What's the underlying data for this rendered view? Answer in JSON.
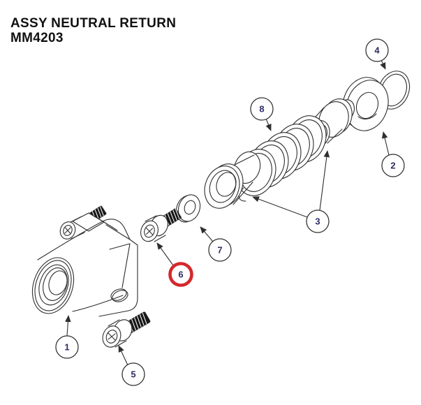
{
  "title": {
    "line1": "ASSY NEUTRAL RETURN",
    "line2": "MM4203"
  },
  "callouts": [
    {
      "num": "1",
      "highlighted": false
    },
    {
      "num": "2",
      "highlighted": false
    },
    {
      "num": "3",
      "highlighted": false
    },
    {
      "num": "4",
      "highlighted": false
    },
    {
      "num": "5",
      "highlighted": false
    },
    {
      "num": "6",
      "highlighted": true
    },
    {
      "num": "7",
      "highlighted": false
    },
    {
      "num": "8",
      "highlighted": false
    }
  ],
  "colors": {
    "line": "#2e2e2e",
    "callout_number": "#2c2c66",
    "highlight_ring": "#d5282c",
    "title_text": "#111111",
    "background": "#ffffff"
  }
}
